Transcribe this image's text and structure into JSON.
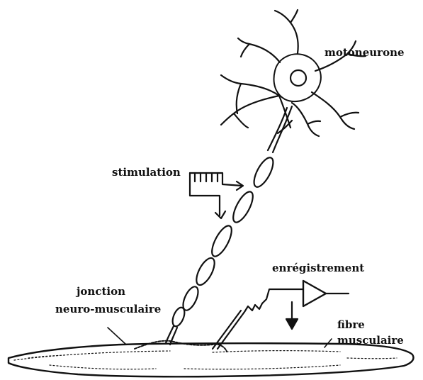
{
  "labels": {
    "motoneurone": "motoneurone",
    "stimulation": "stimulation",
    "enregistrement": "enrégistrement",
    "jonction_line1": "jonction",
    "jonction_line2": "neuro-musculaire",
    "fibre_line1": "fibre",
    "fibre_line2": "musculaire"
  }
}
